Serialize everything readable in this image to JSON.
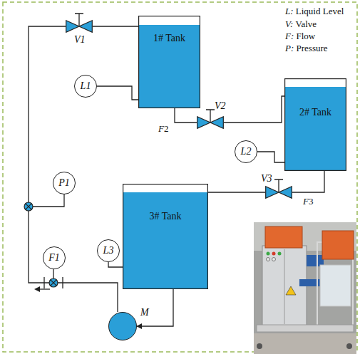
{
  "diagram": {
    "nodes": [
      {
        "text": [
          "V1"
        ]
      },
      {
        "text": [
          "1# Tank"
        ]
      },
      {
        "text": [
          "L1"
        ]
      },
      {
        "text": [
          "V2"
        ]
      },
      {
        "text": [
          "2# Tank"
        ]
      },
      {
        "text": [
          "L2"
        ]
      },
      {
        "text": [
          "P1"
        ]
      },
      {
        "text": [
          "V3"
        ]
      },
      {
        "text": [
          "3# Tank"
        ]
      },
      {
        "text": [
          "L3"
        ]
      },
      {
        "text": [
          "F1"
        ]
      },
      {
        "text": [
          "M"
        ]
      }
    ],
    "edges": [
      {
        "from": 0,
        "to": 1,
        "arrow": "none"
      },
      {
        "from": 2,
        "to": 1,
        "arrow": "none"
      },
      {
        "from": 1,
        "to": 3,
        "label": "F2",
        "arrow": "none"
      },
      {
        "from": 3,
        "to": 4,
        "arrow": "none"
      },
      {
        "from": 5,
        "to": 4,
        "arrow": "none"
      },
      {
        "from": 4,
        "to": 7,
        "label": "F3",
        "arrow": "none"
      },
      {
        "from": 7,
        "to": 8,
        "arrow": "none"
      },
      {
        "from": 9,
        "to": 8,
        "arrow": "none"
      },
      {
        "from": 8,
        "to": 11,
        "arrow": "to"
      },
      {
        "from": 11,
        "to": 0,
        "arrow": "none"
      }
    ],
    "labels": [
      "L: Liquid Level",
      "V: Valve",
      "F: Flow",
      "P: Pressure"
    ]
  }
}
